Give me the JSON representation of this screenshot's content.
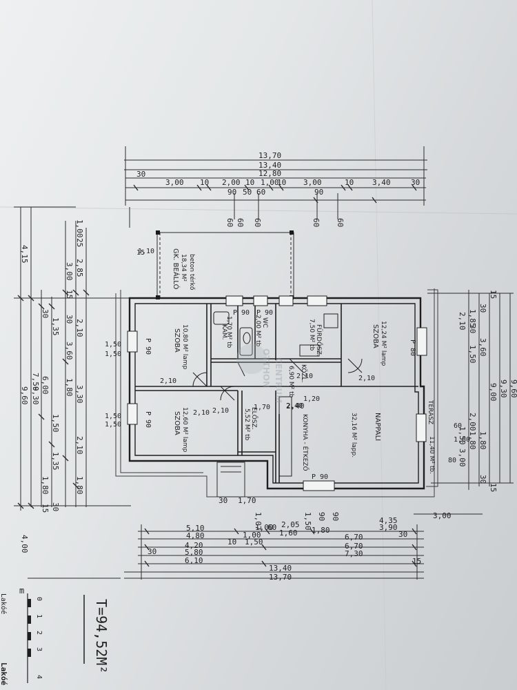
{
  "area_label": "T=94,52M²",
  "top_dims": {
    "overall": [
      "13,70",
      "13,40",
      "12,80"
    ],
    "row1": [
      "30",
      "3,00",
      "10",
      "2,00",
      "10",
      "1,00",
      "10",
      "3,00",
      "10",
      "3,40",
      "30"
    ],
    "row2": [
      "90",
      "50",
      "60",
      "90"
    ],
    "row3": [
      "60",
      "60",
      "60",
      "60",
      "60"
    ]
  },
  "bottom_dims": {
    "row_top": [
      "3,00",
      "4,35",
      "2,05",
      "1,00",
      "60",
      "5,10"
    ],
    "row_b": [
      "3,90",
      "1,80",
      "1,60",
      "1,00",
      "4,80"
    ],
    "row_c": [
      "6,70",
      "1,50",
      "10",
      "4,20"
    ],
    "row_d": [
      "6,70",
      "30",
      "5,80"
    ],
    "row_e": [
      "7,30",
      "6,10"
    ],
    "overall": [
      "13,40",
      "13,70"
    ],
    "misc": [
      "1,70",
      "30",
      "2,40",
      "1,07",
      "1,50",
      "90",
      "90",
      "15",
      "30"
    ]
  },
  "left_dims": {
    "outer": [
      "4,15",
      "9,60",
      "9,30",
      "7,50",
      "4,00"
    ],
    "inner": [
      "1,00",
      "25",
      "2,85",
      "3,00",
      "15",
      "30",
      "2,10",
      "3,60",
      "1,35",
      "30",
      "1,80",
      "6,00",
      "3,30",
      "1,50",
      "2,10",
      "1,80",
      "1,35",
      "1,80",
      "15",
      "30"
    ]
  },
  "right_dims": {
    "outer": [
      "9,60",
      "9,30",
      "9,00"
    ],
    "inner": [
      "15",
      "30",
      "2,10",
      "1,85",
      "30",
      "3,60",
      "1,50",
      "2,00",
      "1,80",
      "1,50",
      "1,80",
      "3,00",
      "30",
      "15"
    ]
  },
  "rooms": [
    {
      "name": "GK. BEÁLLÓ",
      "area": "18,34 M²",
      "floor": "beton térkő"
    },
    {
      "name": "SZOBA",
      "area": "10,80 M² lamp"
    },
    {
      "name": "SZOBA",
      "area": "12,60 M² lamp"
    },
    {
      "name": "SZOBA",
      "area": "12,24 M² lamp"
    },
    {
      "name": "FÜRDŐSZ.",
      "area": "7,50 M² tb"
    },
    {
      "name": "WC",
      "area": "2,00 M² tb"
    },
    {
      "name": "KAM.",
      "area": "1,70 M² tb"
    },
    {
      "name": "KÖZL.",
      "area": "6,90 M² tb"
    },
    {
      "name": "ELŐSZ.",
      "area": "5,52 M² tb"
    },
    {
      "name": "NAPPALI",
      "area": "32,16 M² lapp."
    },
    {
      "name": "KONYHA - ÉTKEZŐ",
      "area": ""
    },
    {
      "name": "TERASZ",
      "area": "11,40 M² tb."
    }
  ],
  "openings": [
    "P 90",
    "P 90",
    "P 90",
    "P 90",
    "P 90",
    "P 80",
    "1,50",
    "1,50",
    "1,50",
    "1,50",
    "2,10",
    "2,10",
    "2,10",
    "2,10",
    "2,10",
    "1,20",
    "2,40",
    "1,70",
    "1,80",
    "60",
    "80"
  ],
  "scale": {
    "unit": "m",
    "ticks": [
      "0",
      "1",
      "2",
      "3",
      "4"
    ]
  },
  "watermark": {
    "line1": "OTTHON",
    "line2": "CENTRUM"
  },
  "corner_text": "Lakóé"
}
